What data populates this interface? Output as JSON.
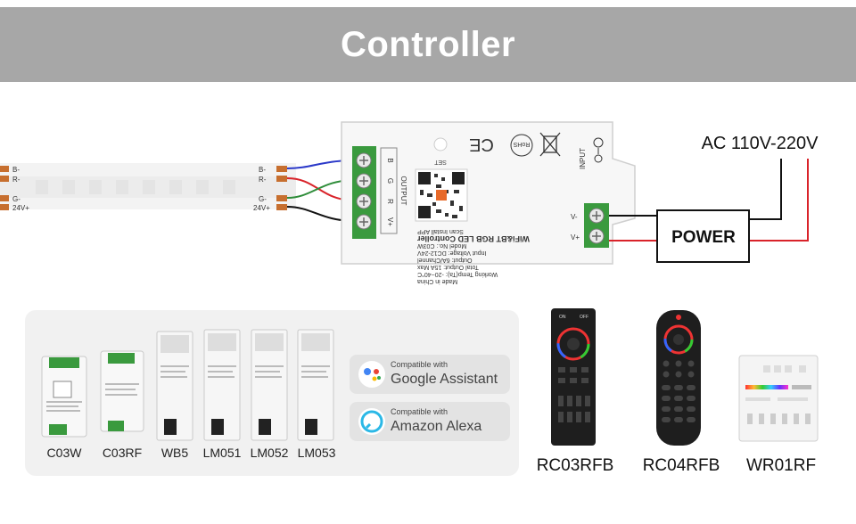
{
  "header": {
    "title": "Controller"
  },
  "diagram": {
    "strip_labels_left": [
      "B-",
      "R-",
      "G-",
      "24V+"
    ],
    "strip_labels_right": [
      "B-",
      "R-",
      "G-",
      "24V+"
    ],
    "output_terminals": [
      "B",
      "G",
      "R",
      "V+"
    ],
    "output_label": "OUTPUT",
    "input_label": "INPUT",
    "set_label": "SET",
    "input_terminals": [
      "V-",
      "V+"
    ],
    "controller_text": [
      "WiFi&BT RGB LED Controller",
      "Model No.: C03W",
      "Input Voltage: DC12-24V",
      "Output: 6A/Channel",
      "Total Output: 15A Max",
      "Working Temp(Ta): -20~40°C",
      "Made in China",
      "Scan Install APP"
    ],
    "cert_marks": [
      "CE",
      "RoHS"
    ],
    "power_label": "POWER",
    "ac_label": "AC 110V-220V"
  },
  "compat": {
    "models": [
      "C03W",
      "C03RF",
      "WB5",
      "LM051",
      "LM052",
      "LM053"
    ],
    "google": {
      "small": "Compatible with",
      "big": "Google Assistant"
    },
    "alexa": {
      "small": "Compatible with",
      "big": "Amazon Alexa"
    }
  },
  "remotes": {
    "labels": [
      "RC03RFB",
      "RC04RFB",
      "WR01RF"
    ],
    "on_off": [
      "ON",
      "OFF"
    ]
  },
  "colors": {
    "banner": "#a7a7a7",
    "terminal_green": "#3a9a3e",
    "wire_red": "#d9232a",
    "wire_blue": "#2b39c9",
    "wire_green": "#2f8d3a"
  }
}
